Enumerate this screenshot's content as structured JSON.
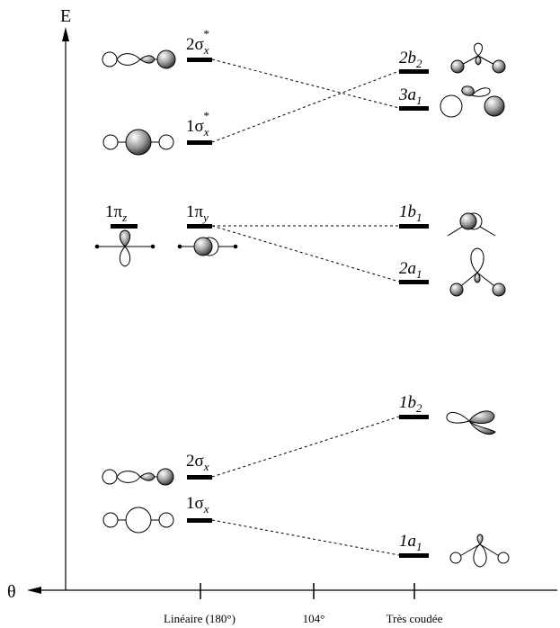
{
  "axes": {
    "y_label": "E",
    "x_label": "θ",
    "ticks": [
      "Linéaire (180°)",
      "104°",
      "Très coudée"
    ]
  },
  "left_levels": {
    "sigma2_star": {
      "num": "2",
      "greek": "σ",
      "sub": "x",
      "sup": "*"
    },
    "sigma1_star": {
      "num": "1",
      "greek": "σ",
      "sub": "x",
      "sup": "*"
    },
    "pi_z": {
      "num": "1",
      "greek": "π",
      "sub": "z"
    },
    "pi_y": {
      "num": "1",
      "greek": "π",
      "sub": "y"
    },
    "sigma2": {
      "num": "2",
      "greek": "σ",
      "sub": "x"
    },
    "sigma1": {
      "num": "1",
      "greek": "σ",
      "sub": "x"
    }
  },
  "right_levels": {
    "b2_2": {
      "num": "2",
      "letter": "b",
      "sub": "2"
    },
    "a1_3": {
      "num": "3",
      "letter": "a",
      "sub": "1"
    },
    "b1_1": {
      "num": "1",
      "letter": "b",
      "sub": "1"
    },
    "a1_2": {
      "num": "2",
      "letter": "a",
      "sub": "1"
    },
    "b2_1": {
      "num": "1",
      "letter": "b",
      "sub": "2"
    },
    "a1_1": {
      "num": "1",
      "letter": "a",
      "sub": "1"
    }
  },
  "colors": {
    "ink": "#000000",
    "shade_light": "#ffffff",
    "shade_dark": "#555555"
  }
}
